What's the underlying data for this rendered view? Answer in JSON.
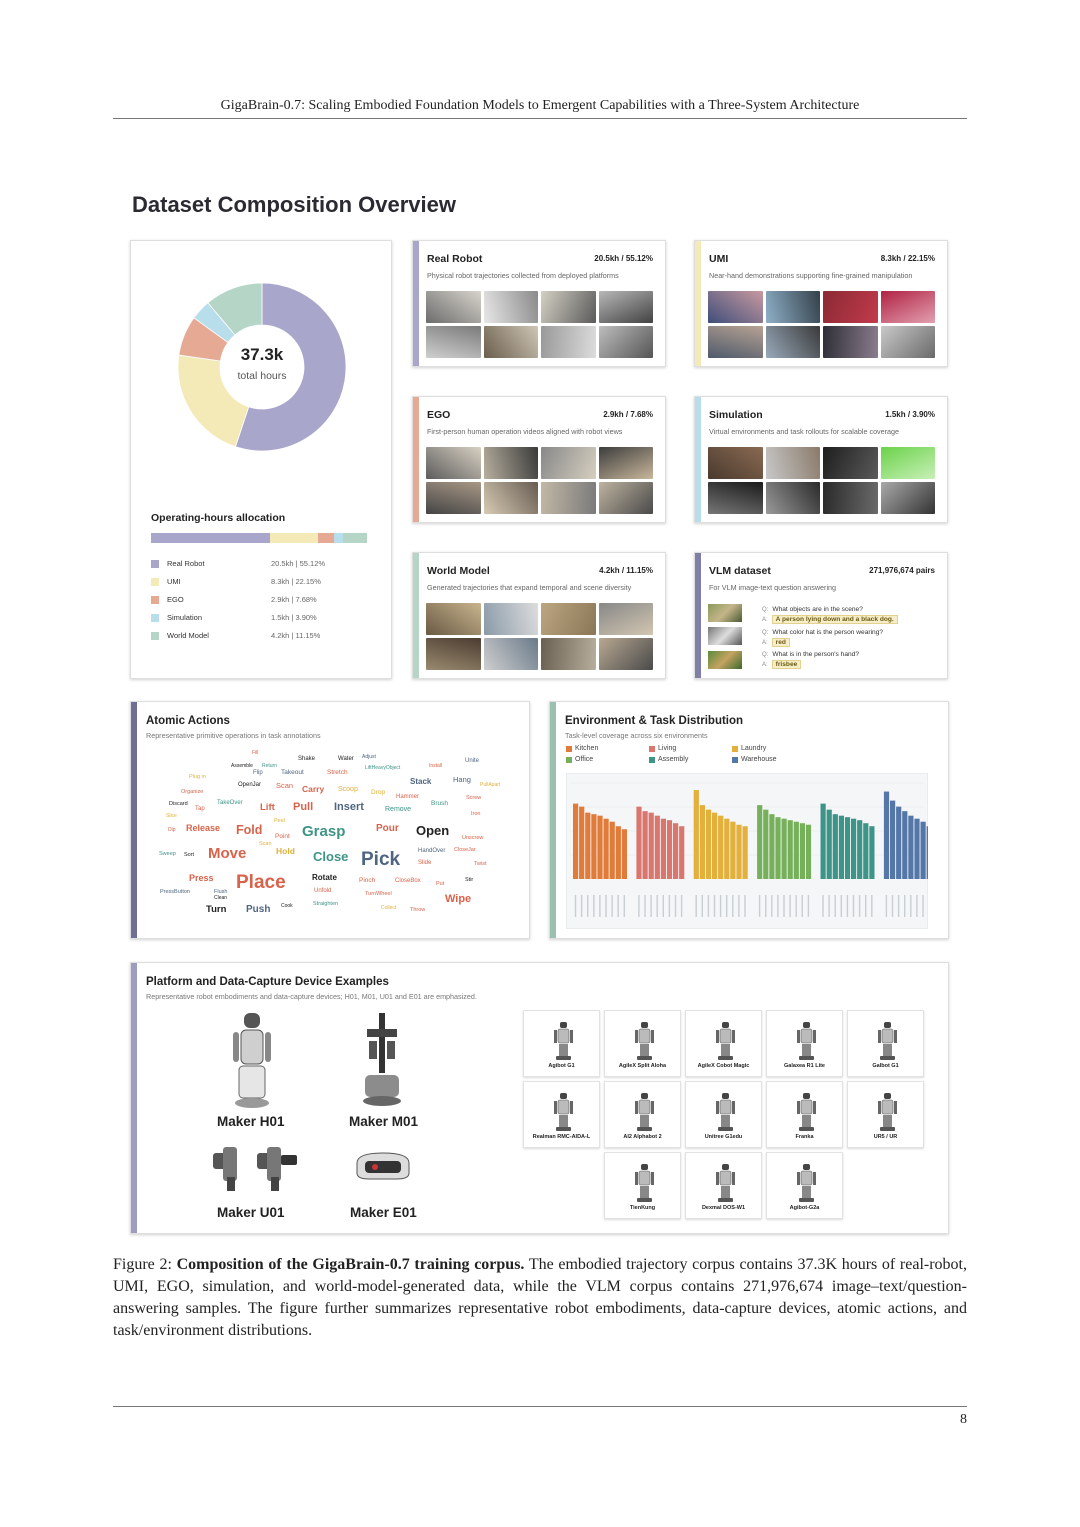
{
  "header": {
    "running_title": "GigaBrain-0.7: Scaling Embodied Foundation Models to Emergent Capabilities with a Three-System Architecture"
  },
  "figure": {
    "title": "Dataset Composition Overview",
    "donut": {
      "total": "37.3k",
      "unit": "total hours"
    },
    "allocation": {
      "title": "Operating-hours allocation",
      "items": [
        {
          "name": "Real Robot",
          "value": "20.5kh | 55.12%",
          "share": 55.12,
          "color": "#a9a6cc"
        },
        {
          "name": "UMI",
          "value": "8.3kh | 22.15%",
          "share": 22.15,
          "color": "#f3eab7"
        },
        {
          "name": "EGO",
          "value": "2.9kh | 7.68%",
          "share": 7.68,
          "color": "#e6a994"
        },
        {
          "name": "Simulation",
          "value": "1.5kh | 3.90%",
          "share": 3.9,
          "color": "#b8ddeb"
        },
        {
          "name": "World Model",
          "value": "4.2kh | 11.15%",
          "share": 11.15,
          "color": "#b5d5c7"
        }
      ]
    },
    "datasets": {
      "real_robot": {
        "title": "Real Robot",
        "stat": "20.5kh  /  55.12%",
        "desc": "Physical robot trajectories collected from deployed platforms",
        "accent": "#a9a6cc"
      },
      "umi": {
        "title": "UMI",
        "stat": "8.3kh  /  22.15%",
        "desc": "Near-hand demonstrations supporting fine-grained manipulation",
        "accent": "#f3eab7"
      },
      "ego": {
        "title": "EGO",
        "stat": "2.9kh  /  7.68%",
        "desc": "First-person human operation videos aligned with robot views",
        "accent": "#e6a994"
      },
      "simulation": {
        "title": "Simulation",
        "stat": "1.5kh  /  3.90%",
        "desc": "Virtual environments and task rollouts for scalable coverage",
        "accent": "#b8ddeb"
      },
      "world_model": {
        "title": "World Model",
        "stat": "4.2kh  /  11.15%",
        "desc": "Generated trajectories that expand temporal and scene diversity",
        "accent": "#b5d5c7"
      },
      "vlm": {
        "title": "VLM dataset",
        "stat": "271,976,674 pairs",
        "desc": "For VLM image-text question answering",
        "accent": "#7f7fa8",
        "qa": [
          {
            "q": "What objects are in the scene?",
            "a": "A person lying down and a black dog."
          },
          {
            "q": "What color hat is the person wearing?",
            "a": "red"
          },
          {
            "q": "What is in the person's hand?",
            "a": "frisbee"
          }
        ],
        "q_marker": "Q:",
        "a_marker": "A:"
      }
    },
    "atomic_actions": {
      "title": "Atomic Actions",
      "subtitle": "Representative primitive operations in task annotations",
      "words": [
        "Place",
        "Pick",
        "Move",
        "Grasp",
        "Close",
        "Fold",
        "Open",
        "Pull",
        "Push",
        "Insert",
        "Release",
        "Lift",
        "Stack",
        "Hold",
        "Rotate",
        "Press",
        "Turn",
        "Wipe",
        "Pour",
        "Carry",
        "Scan",
        "Scoop",
        "Drop",
        "Hang",
        "Remove",
        "Brush",
        "Flip",
        "Takeout",
        "Stretch",
        "Shake",
        "Water",
        "Unite",
        "OpenJar",
        "Hammer",
        "Point",
        "Slide",
        "Pinch",
        "CloseBox",
        "Unfold",
        "TurnWheel",
        "Straighten",
        "Flush",
        "PressButton",
        "Sweep",
        "Peel",
        "HandOver",
        "CloseJar",
        "Unscrew",
        "Twist",
        "Stir",
        "Screw",
        "Iron",
        "Scan",
        "Sort",
        "Clean",
        "Cook",
        "Collect",
        "Discard",
        "Organize",
        "Tap",
        "TakeOver",
        "Assemble",
        "Install",
        "Adjust",
        "LiftHeavyObject",
        "PullApart",
        "Return",
        "Throw",
        "Dip",
        "Plug in",
        "Fill",
        "Put",
        "Slice"
      ]
    },
    "env_dist": {
      "title": "Environment & Task Distribution",
      "subtitle": "Task-level coverage across six environments",
      "legend": [
        {
          "name": "Kitchen",
          "color": "#e07b39"
        },
        {
          "name": "Living",
          "color": "#d9776f"
        },
        {
          "name": "Laundry",
          "color": "#e2b03b"
        },
        {
          "name": "Office",
          "color": "#77b05a"
        },
        {
          "name": "Assembly",
          "color": "#3f9488"
        },
        {
          "name": "Warehouse",
          "color": "#5577a8"
        }
      ],
      "groups": [
        {
          "env": "Kitchen",
          "values": [
            100,
            96,
            88,
            86,
            84,
            80,
            76,
            70,
            66
          ]
        },
        {
          "env": "Living",
          "values": [
            96,
            90,
            88,
            84,
            80,
            78,
            74,
            70
          ]
        },
        {
          "env": "Laundry",
          "values": [
            118,
            98,
            92,
            88,
            84,
            80,
            76,
            72,
            70
          ]
        },
        {
          "env": "Office",
          "values": [
            98,
            92,
            86,
            82,
            80,
            78,
            76,
            74,
            72
          ]
        },
        {
          "env": "Assembly",
          "values": [
            100,
            92,
            86,
            84,
            82,
            80,
            78,
            74,
            70
          ]
        },
        {
          "env": "Warehouse",
          "values": [
            116,
            104,
            96,
            90,
            84,
            80,
            76,
            70
          ]
        }
      ]
    },
    "platforms": {
      "title": "Platform and Data-Capture Device Examples",
      "subtitle": "Representative robot embodiments and data-capture devices; H01, M01, U01 and E01 are emphasized.",
      "devices": [
        "Maker H01",
        "Maker M01",
        "Maker U01",
        "Maker E01"
      ],
      "robots": [
        "Agibot G1",
        "AgileX Split Aloha",
        "AgileX Cobot Magic",
        "Galaxea R1 Lite",
        "Galbot G1",
        "Realman RMC-AIDA-L",
        "AI2 Alphabot 2",
        "Unitree G1edu",
        "Franka",
        "UR5 / UR",
        "TienKung",
        "Dexmal DOS-W1",
        "Agibot-G2a"
      ]
    }
  },
  "caption": {
    "label": "Figure 2: ",
    "bold": "Composition of the GigaBrain-0.7 training corpus.",
    "text": " The embodied trajectory corpus contains 37.3K hours of real-robot, UMI, EGO, simulation, and world-model-generated data, while the VLM corpus contains 271,976,674 image–text/question-answering samples. The figure further summarizes representative robot embodiments, data-capture devices, atomic actions, and task/environment distributions."
  },
  "page_number": "8"
}
